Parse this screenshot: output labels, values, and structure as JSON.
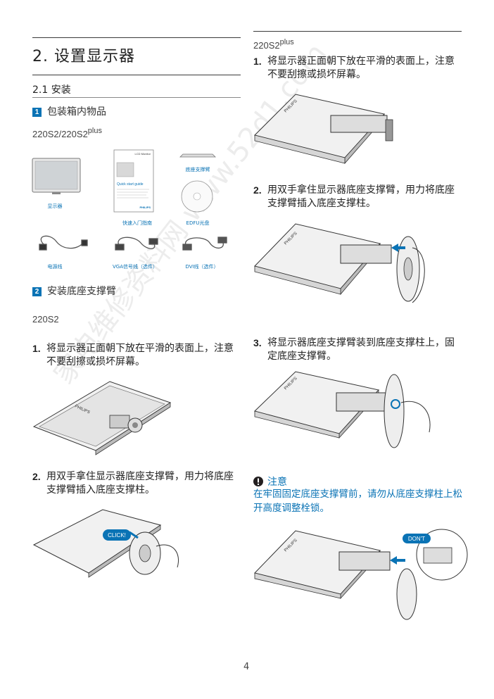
{
  "section": {
    "title": "2. 设置显示器",
    "subsection": "2.1 安装"
  },
  "items": {
    "num": "1",
    "heading": "包装箱内物品",
    "model": "220S2/220S2",
    "model_sup": "plus",
    "captions": {
      "monitor": "显示器",
      "quick_guide": "快速入门指南",
      "base_arm": "底座支撑臂",
      "edfu": "EDFU光盘",
      "power": "电源线",
      "vga": "VGA信号线（选件）",
      "dvi": "DVI线（选件）"
    },
    "guide_text": {
      "title": "LCD Monitor",
      "qsg": "Quick start guide",
      "brand": "PHILIPS"
    }
  },
  "install": {
    "num": "2",
    "heading": "安装底座支撑臂",
    "left_model": "220S2",
    "left_steps": [
      {
        "n": "1.",
        "text": "将显示器正面朝下放在平滑的表面上，注意不要刮擦或损坏屏幕。"
      },
      {
        "n": "2.",
        "text": "用双手拿住显示器底座支撑臂，用力将底座支撑臂插入底座支撑柱。"
      }
    ],
    "right_model": "220S2",
    "right_model_sup": "plus",
    "right_steps": [
      {
        "n": "1.",
        "text": "将显示器正面朝下放在平滑的表面上，注意不要刮擦或损坏屏幕。"
      },
      {
        "n": "2.",
        "text": "用双手拿住显示器底座支撑臂，用力将底座支撑臂插入底座支撑柱。"
      },
      {
        "n": "3.",
        "text": "将显示器底座支撑臂装到底座支撑柱上，固定底座支撑臂。"
      }
    ],
    "click_label": "CLICK!",
    "dont_label": "DON'T",
    "brand": "PHILIPS"
  },
  "note": {
    "title": "注意",
    "text": "在牢固固定底座支撑臂前，请勿从底座支撑柱上松开高度调整栓锁。"
  },
  "page_number": "4",
  "watermark": "家电维修资料网 www.52d1.com",
  "colors": {
    "accent": "#0a73b5",
    "text": "#231f20"
  }
}
